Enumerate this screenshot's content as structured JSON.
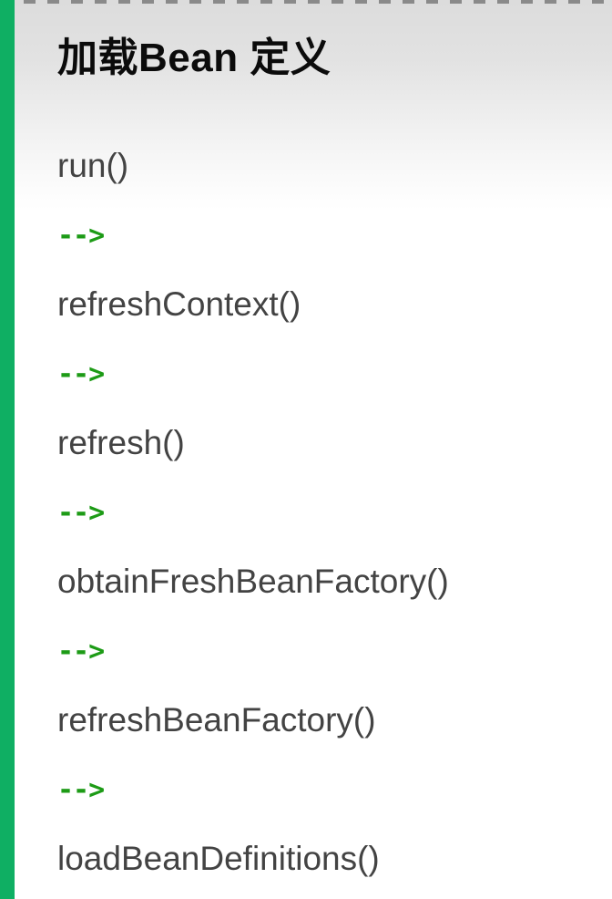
{
  "card": {
    "title": "加载Bean 定义",
    "accent_color": "#0faf63",
    "title_color": "#0b0b0b",
    "method_text_color": "#434343",
    "arrow_color": "#1d9b16",
    "background_top_color": "#dcdcdc",
    "background_bottom_color": "#ffffff"
  },
  "flow": {
    "arrow_glyph": "-->",
    "lines": [
      {
        "kind": "method",
        "text": "run()"
      },
      {
        "kind": "arrow",
        "text": "-->"
      },
      {
        "kind": "method",
        "text": "refreshContext()"
      },
      {
        "kind": "arrow",
        "text": "-->"
      },
      {
        "kind": "method",
        "text": "refresh()"
      },
      {
        "kind": "arrow",
        "text": "-->"
      },
      {
        "kind": "method",
        "text": "obtainFreshBeanFactory()"
      },
      {
        "kind": "arrow",
        "text": "-->"
      },
      {
        "kind": "method",
        "text": "refreshBeanFactory()"
      },
      {
        "kind": "arrow",
        "text": "-->"
      },
      {
        "kind": "method",
        "text": "loadBeanDefinitions()"
      }
    ]
  }
}
